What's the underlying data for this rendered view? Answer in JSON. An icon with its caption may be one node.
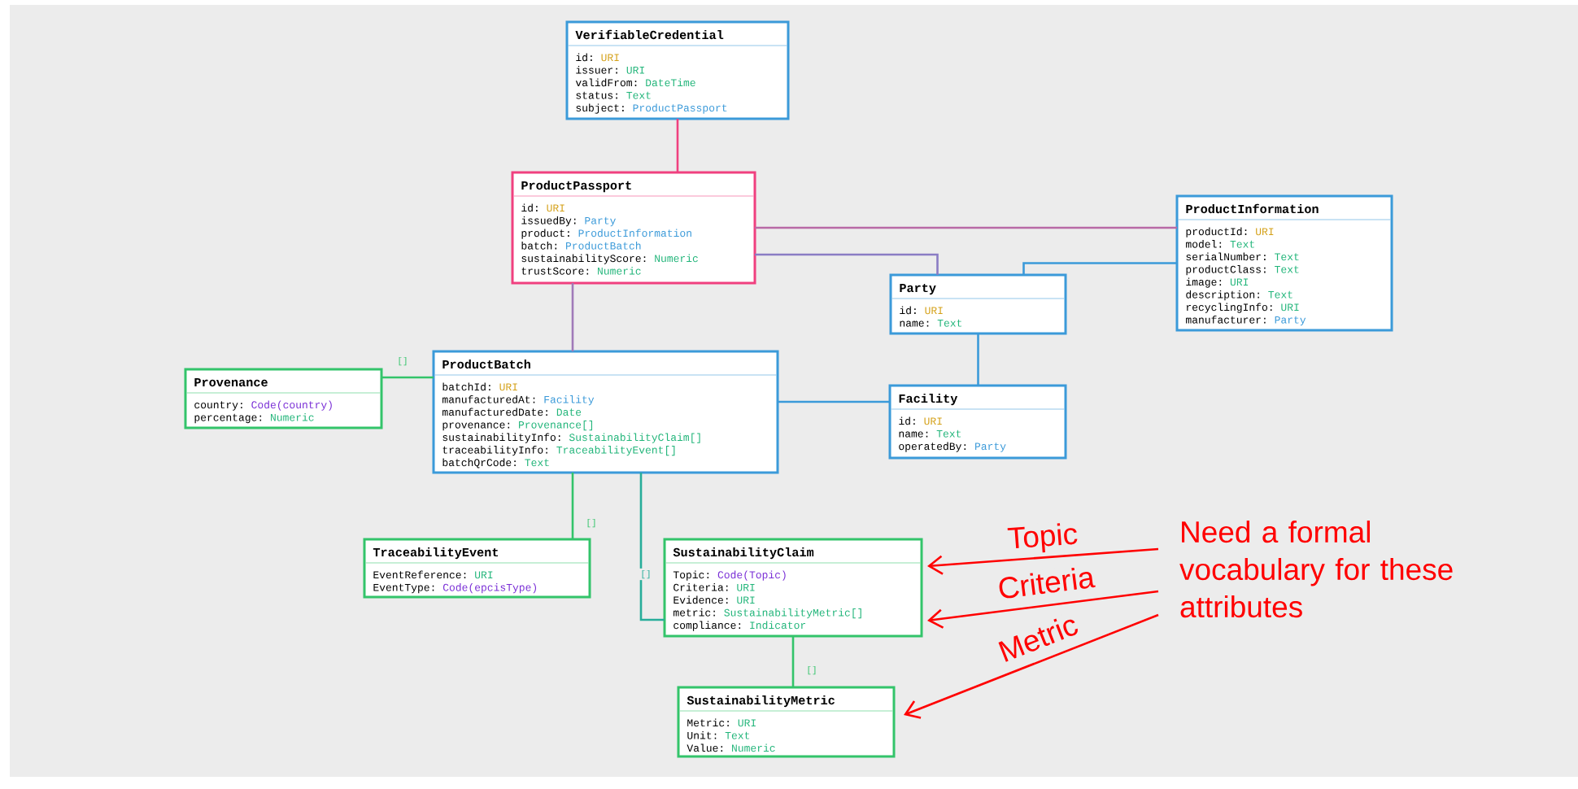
{
  "diagram": {
    "nodes": [
      {
        "text": [
          "VerifiableCredential",
          "id:",
          "URI",
          "issuer:",
          "URI",
          "validFrom:",
          "DateTime",
          "status:",
          "Text",
          "subject:",
          "ProductPassport"
        ]
      },
      {
        "text": [
          "ProductPassport",
          "id:",
          "URI",
          "issuedBy:",
          "Party",
          "product:",
          "ProductInformation",
          "batch:",
          "ProductBatch",
          "sustainabilityScore:",
          "Numeric",
          "trustScore:",
          "Numeric"
        ]
      },
      {
        "text": [
          "ProductInformation",
          "productId:",
          "URI",
          "model:",
          "Text",
          "serialNumber:",
          "Text",
          "productClass:",
          "Text",
          "image:",
          "URI",
          "description:",
          "Text",
          "recyclingInfo:",
          "URI",
          "manufacturer:",
          "Party"
        ]
      },
      {
        "text": [
          "Party",
          "id:",
          "URI",
          "name:",
          "Text"
        ]
      },
      {
        "text": [
          "Provenance",
          "country:",
          "Code(country)",
          "percentage:",
          "Numeric"
        ]
      },
      {
        "text": [
          "ProductBatch",
          "batchId:",
          "URI",
          "manufacturedAt:",
          "Facility",
          "manufacturedDate:",
          "Date",
          "provenance:",
          "Provenance[]",
          "sustainabilityInfo:",
          "SustainabilityClaim[]",
          "traceabilityInfo:",
          "TraceabilityEvent[]",
          "batchQrCode:",
          "Text"
        ]
      },
      {
        "text": [
          "Facility",
          "id:",
          "URI",
          "name:",
          "Text",
          "operatedBy:",
          "Party"
        ]
      },
      {
        "text": [
          "TraceabilityEvent",
          "EventReference:",
          "URI",
          "EventType:",
          "Code(epcisType)"
        ]
      },
      {
        "text": [
          "SustainabilityClaim",
          "Topic:",
          "Code(Topic)",
          "Criteria:",
          "URI",
          "Evidence:",
          "URI",
          "metric:",
          "SustainabilityMetric[]",
          "compliance:",
          "Indicator"
        ]
      },
      {
        "text": [
          "Need a formal vocabulary for these attributes"
        ]
      },
      {
        "text": [
          "SustainabilityMetric",
          "Metric:",
          "URI",
          "Unit:",
          "Text",
          "Value:",
          "Numeric"
        ]
      }
    ],
    "edges": [
      {
        "from": 0,
        "to": 1,
        "arrow": "none",
        "color": "#f0407f"
      },
      {
        "from": 1,
        "to": 2,
        "arrow": "none",
        "color": "#b86aa6"
      },
      {
        "from": 1,
        "to": 3,
        "arrow": "none",
        "color": "#8a7cc4"
      },
      {
        "from": 3,
        "to": 2,
        "arrow": "none"
      },
      {
        "from": 1,
        "to": 5,
        "arrow": "none",
        "color": "#a07ab8"
      },
      {
        "from": 3,
        "to": 6,
        "arrow": "none"
      },
      {
        "from": 5,
        "to": 6,
        "arrow": "none"
      },
      {
        "from": 5,
        "to": 4,
        "arrow": "none",
        "label": "[]",
        "color": "#33c46a"
      },
      {
        "from": 5,
        "to": 7,
        "arrow": "none",
        "label": "[]",
        "color": "#33c46a"
      },
      {
        "from": 5,
        "to": 8,
        "arrow": "none",
        "label": "[]",
        "color": "#27ad9a"
      },
      {
        "from": 8,
        "to": 10,
        "arrow": "none",
        "label": "[]",
        "color": "#33c46a"
      },
      {
        "from": 9,
        "to": 8,
        "arrow": "to",
        "label": "Topic",
        "color": "#ff0000"
      },
      {
        "from": 9,
        "to": 8,
        "arrow": "to",
        "label": "Criteria",
        "color": "#ff0000"
      },
      {
        "from": 9,
        "to": 10,
        "arrow": "to",
        "label": "Metric",
        "color": "#ff0000"
      }
    ]
  }
}
